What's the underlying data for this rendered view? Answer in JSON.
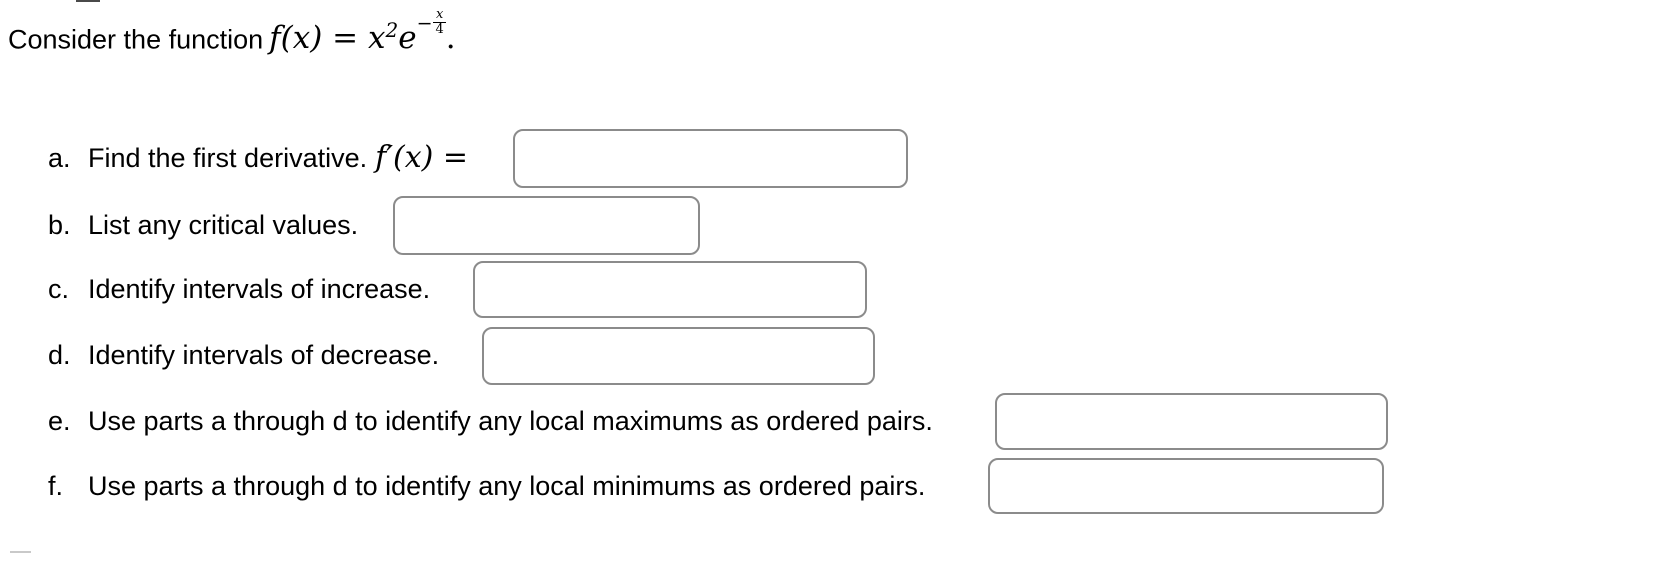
{
  "title": {
    "prefix": "Consider the function",
    "formula": {
      "fx": "f(x) = x",
      "exp2": "2",
      "e": "e",
      "minus": "−",
      "frac_num": "x",
      "frac_den": "4",
      "period": "."
    }
  },
  "items": [
    {
      "letter": "a.",
      "label": "Find the first derivative.",
      "math_label": "f′(x) ="
    },
    {
      "letter": "b.",
      "label": "List any critical values."
    },
    {
      "letter": "c.",
      "label": "Identify intervals of increase."
    },
    {
      "letter": "d.",
      "label": "Identify intervals of decrease."
    },
    {
      "letter": "e.",
      "label": "Use parts a through d to identify any local maximums as ordered pairs."
    },
    {
      "letter": "f.",
      "label": "Use parts a through d to identify any local minimums as ordered pairs."
    }
  ],
  "inputs": {
    "a": {
      "value": ""
    },
    "b": {
      "value": ""
    },
    "c": {
      "value": ""
    },
    "d": {
      "value": ""
    },
    "e": {
      "value": ""
    },
    "f": {
      "value": ""
    }
  },
  "colors": {
    "box_border": "#8b8b8b",
    "text": "#000000"
  }
}
